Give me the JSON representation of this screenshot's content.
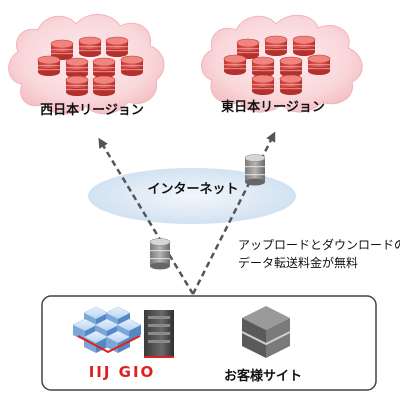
{
  "regions": {
    "west": "西日本リージョン",
    "east": "東日本リージョン"
  },
  "internet": "インターネット",
  "note": {
    "line1": "アップロードとダウンロードの",
    "line2": "データ転送料金が無料"
  },
  "iij": "IIJ GIO",
  "customer": "お客様サイト",
  "colors": {
    "cloud_fill": "#f8d3d6",
    "db_red": "#e0504c",
    "internet_fill": "#dde9f5",
    "iij_red": "#e02020",
    "gray_dark": "#6f6f6f"
  }
}
